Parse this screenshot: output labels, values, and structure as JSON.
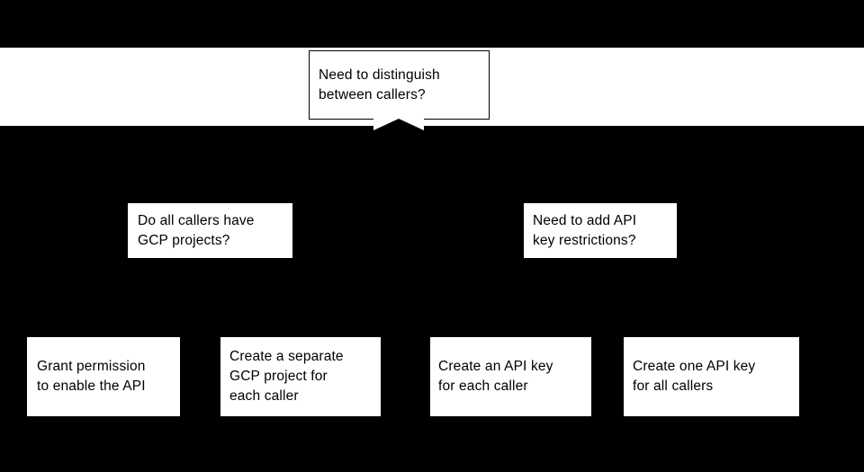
{
  "diagram": {
    "background_color": "#000000",
    "node_fill_color": "#ffffff",
    "node_text_color": "#000000",
    "root": {
      "label": "Need to distinguish\nbetween callers?",
      "connector_icon": "up-arrowhead-connector-icon"
    },
    "conditions": [
      {
        "label": "Do all callers have\nGCP projects?"
      },
      {
        "label": "Need to add API\nkey restrictions?"
      }
    ],
    "outcomes": [
      {
        "label": "Grant permission\nto enable the API"
      },
      {
        "label": "Create a separate\nGCP project for\neach caller"
      },
      {
        "label": "Create an API key\nfor each caller"
      },
      {
        "label": "Create one API key\nfor all callers"
      }
    ]
  }
}
